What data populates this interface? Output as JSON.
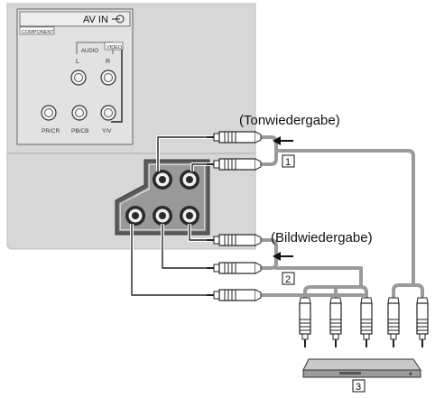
{
  "panel": {
    "title": "AV IN",
    "component_label": "COMPONENT",
    "audio_label": "AUDIO",
    "video_label": "VIDEO",
    "left_label": "L",
    "right_label": "R",
    "pr_label": "PR/CR",
    "pb_label": "PB/CB",
    "yv_label": "Y/V"
  },
  "callouts": {
    "audio_label": "(Tonwiedergabe)",
    "video_label": "(Bildwiedergabe)",
    "marker_audio": "1",
    "marker_video": "2",
    "marker_device": "3"
  },
  "colors": {
    "panel_bg": "#d7d7d7",
    "panel_edge": "#a8a8a8",
    "cable": "#9a9a9a",
    "line": "#222222"
  },
  "icons": {
    "input": "arrow-into-circle-icon",
    "direction": "left-arrow-icon",
    "device": "disc-player-icon"
  }
}
